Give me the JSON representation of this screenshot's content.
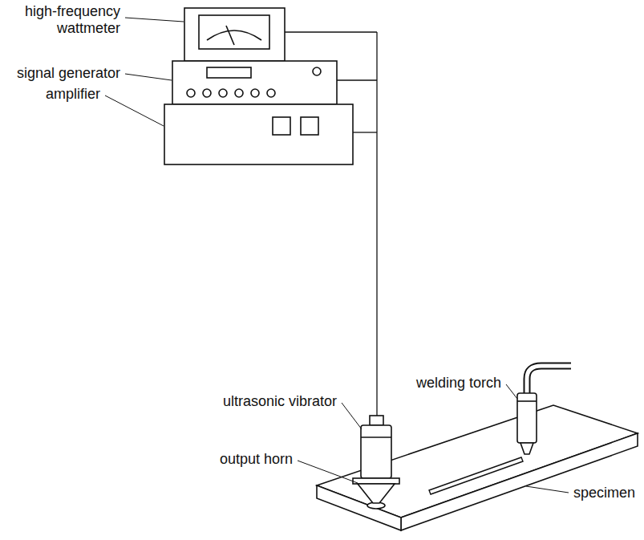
{
  "diagram": {
    "labels": [
      "high-frequency wattmeter",
      "signal generator",
      "amplifier",
      "ultrasonic vibrator",
      "welding torch",
      "output horn",
      "specimen"
    ]
  }
}
